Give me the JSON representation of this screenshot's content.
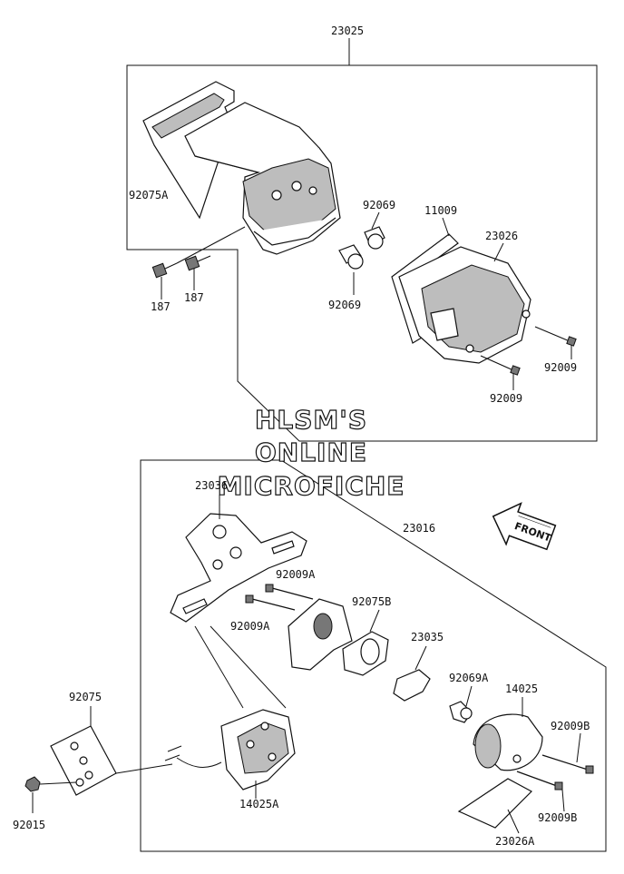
{
  "watermark": {
    "line1": "HLSM'S",
    "line2": "ONLINE",
    "line3": "MICROFICHE"
  },
  "front_arrow": {
    "text": "FRONT"
  },
  "labels": {
    "p23025": "23025",
    "p92075A": "92075A",
    "p92069_top": "92069",
    "p11009": "11009",
    "p23026": "23026",
    "p187_a": "187",
    "p187_b": "187",
    "p92069_bottom": "92069",
    "p92009_a": "92009",
    "p92009_b": "92009",
    "p23036": "23036",
    "p23016": "23016",
    "p92009A_a": "92009A",
    "p92009A_b": "92009A",
    "p92075B": "92075B",
    "p23035": "23035",
    "p92069A": "92069A",
    "p14025": "14025",
    "p92009B_a": "92009B",
    "p92009B_b": "92009B",
    "p92075": "92075",
    "p92015": "92015",
    "p14025A": "14025A",
    "p23026A": "23026A"
  }
}
